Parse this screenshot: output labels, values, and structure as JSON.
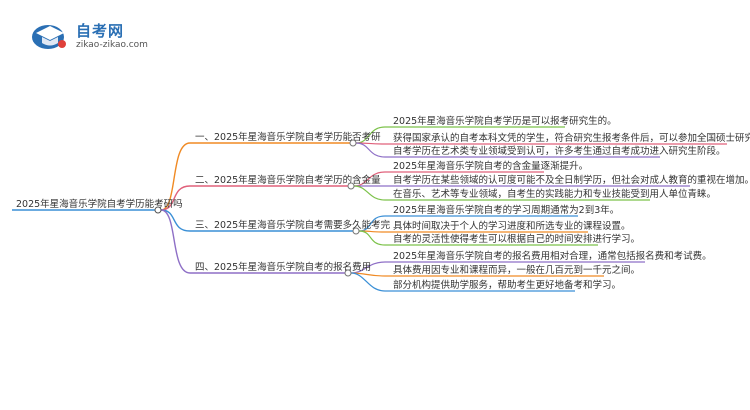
{
  "logo": {
    "name": "自考网",
    "domain": "zikao-zikao.com",
    "brand_color": "#2a6fb4"
  },
  "root": {
    "label": "2025年星海音乐学院自考学历能考研吗",
    "color": "#3a8fd6"
  },
  "branches": [
    {
      "label": "一、2025年星海音乐学院自考学历能否考研",
      "color": "#f08a24",
      "children": [
        {
          "label": "2025年星海音乐学院自考学历是可以报考研究生的。",
          "color": "#7cc24a"
        },
        {
          "label": "获得国家承认的自考本科文凭的学生，符合研究生报考条件后，可以参加全国硕士研究生招生考试。",
          "color": "#e0607a"
        },
        {
          "label": "自考学历在艺术类专业领域受到认可，许多考生通过自考成功进入研究生阶段。",
          "color": "#8e6fc6"
        }
      ]
    },
    {
      "label": "二、2025年星海音乐学院自考学历的含金量",
      "color": "#e0607a",
      "children": [
        {
          "label": "2025年星海音乐学院自考的含金量逐渐提升。",
          "color": "#e0607a"
        },
        {
          "label": "自考学历在某些领域的认可度可能不及全日制学历，但社会对成人教育的重视在增加。",
          "color": "#8e6fc6"
        },
        {
          "label": "在音乐、艺术等专业领域，自考生的实践能力和专业技能受到用人单位青睐。",
          "color": "#7cc24a"
        }
      ]
    },
    {
      "label": "三、2025年星海音乐学院自考需要多久能考完",
      "color": "#3a8fd6",
      "children": [
        {
          "label": "2025年星海音乐学院自考的学习周期通常为2到3年。",
          "color": "#3a8fd6"
        },
        {
          "label": "具体时间取决于个人的学习进度和所选专业的课程设置。",
          "color": "#f08a24"
        },
        {
          "label": "自考的灵活性使得考生可以根据自己的时间安排进行学习。",
          "color": "#7cc24a"
        }
      ]
    },
    {
      "label": "四、2025年星海音乐学院自考的报名费用",
      "color": "#8e6fc6",
      "children": [
        {
          "label": "2025年星海音乐学院自考的报名费用相对合理，通常包括报名费和考试费。",
          "color": "#8e6fc6"
        },
        {
          "label": "具体费用因专业和课程而异，一般在几百元到一千元之间。",
          "color": "#f08a24"
        },
        {
          "label": "部分机构提供助学服务，帮助考生更好地备考和学习。",
          "color": "#3a8fd6"
        }
      ]
    }
  ]
}
